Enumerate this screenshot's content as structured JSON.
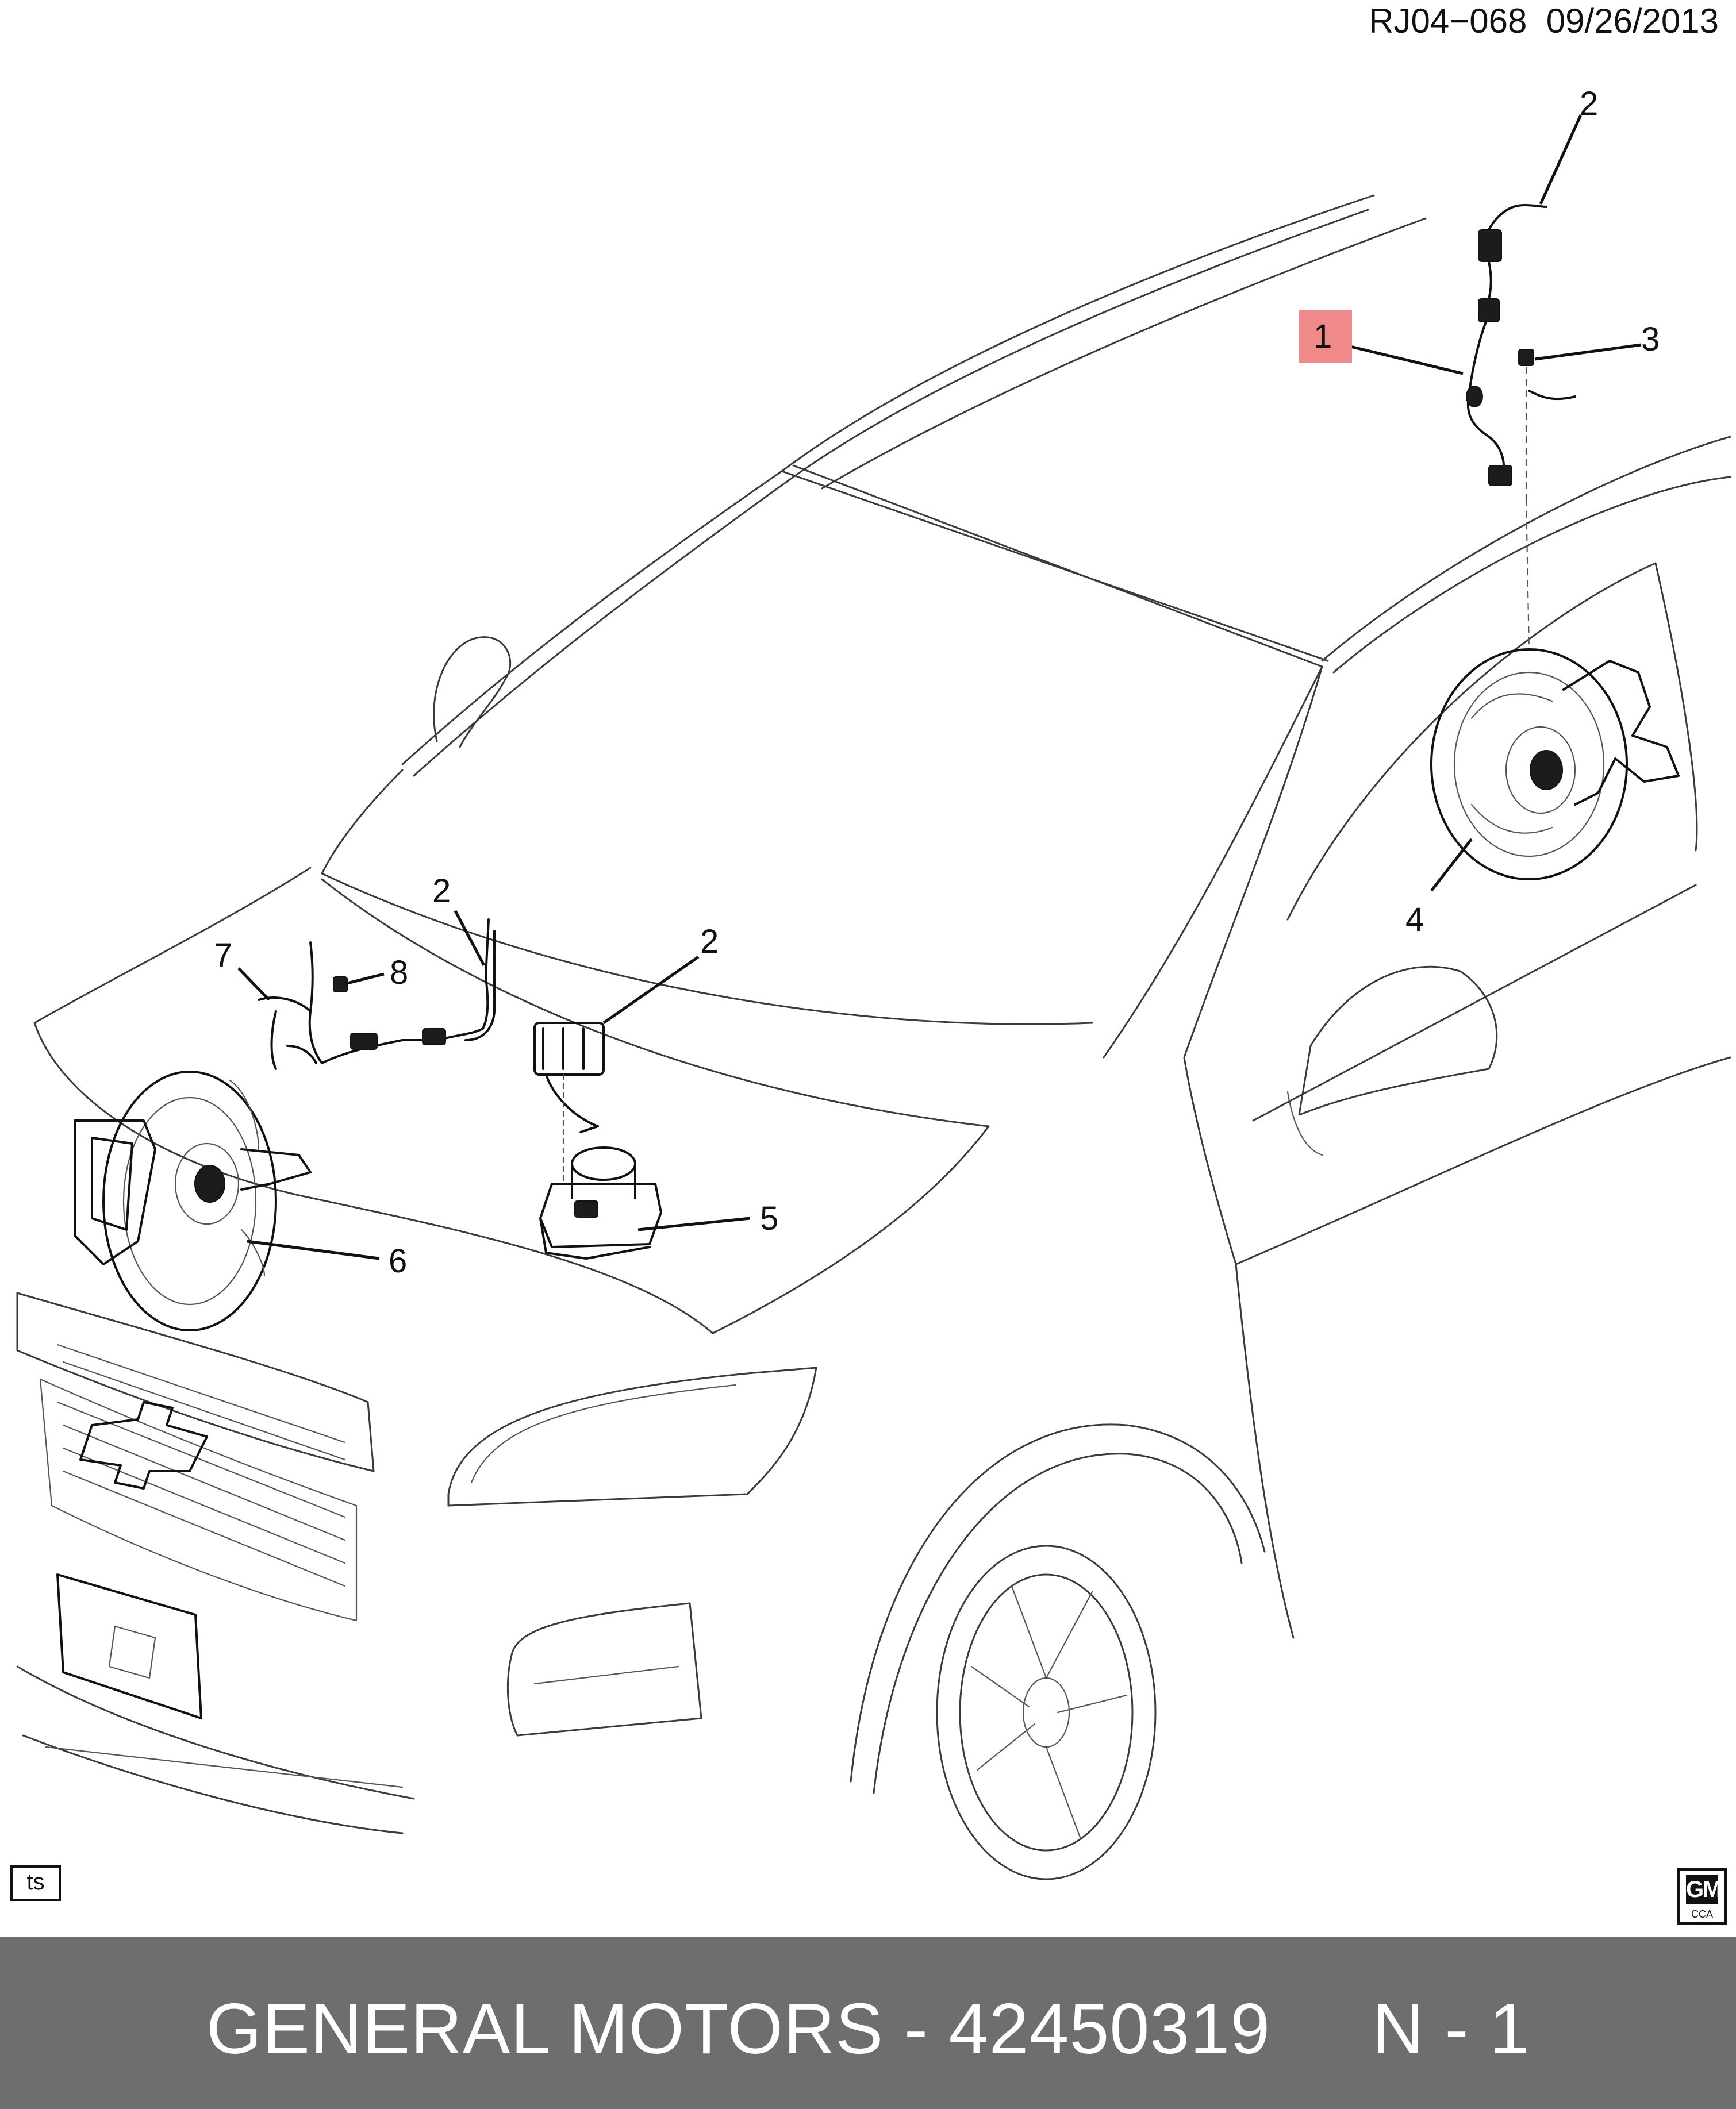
{
  "header": {
    "diagram_code": "RJ04−068  09/26/2013"
  },
  "callouts": [
    {
      "id": "c1-top",
      "label": "1",
      "highlighted": true
    },
    {
      "id": "c2-top",
      "label": "2"
    },
    {
      "id": "c3-top",
      "label": "3"
    },
    {
      "id": "c4",
      "label": "4"
    },
    {
      "id": "c2-left",
      "label": "2"
    },
    {
      "id": "c2-mid",
      "label": "2"
    },
    {
      "id": "c7",
      "label": "7"
    },
    {
      "id": "c8",
      "label": "8"
    },
    {
      "id": "c5",
      "label": "5"
    },
    {
      "id": "c6",
      "label": "6"
    }
  ],
  "badges": {
    "ts": "ts",
    "gm": "GM",
    "gm_sub": "CCA"
  },
  "footer": {
    "text": "GENERAL MOTORS - 42450319     N - 1"
  },
  "colors": {
    "footer_bg": "#6e6e6e",
    "highlight": "#f08a8a",
    "line": "#3a3a3a"
  }
}
